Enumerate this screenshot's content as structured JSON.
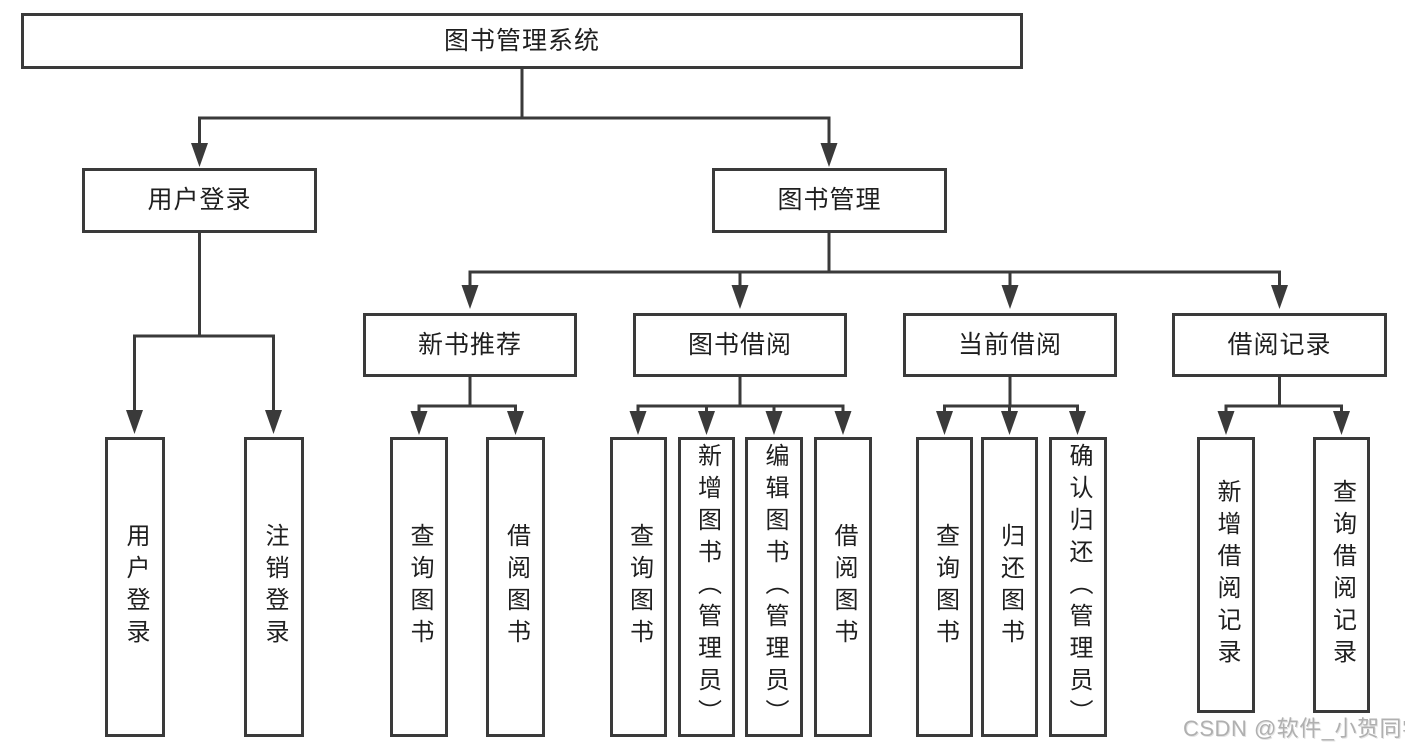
{
  "diagram": {
    "root": {
      "label": "图书管理系统",
      "children": [
        {
          "label": "用户登录",
          "children": [
            {
              "label": "用户登录"
            },
            {
              "label": "注销登录"
            }
          ]
        },
        {
          "label": "图书管理",
          "children": [
            {
              "label": "新书推荐",
              "children": [
                {
                  "label": "查询图书"
                },
                {
                  "label": "借阅图书"
                }
              ]
            },
            {
              "label": "图书借阅",
              "children": [
                {
                  "label": "查询图书"
                },
                {
                  "label": "新增图书（管理员）"
                },
                {
                  "label": "编辑图书（管理员）"
                },
                {
                  "label": "借阅图书"
                }
              ]
            },
            {
              "label": "当前借阅",
              "children": [
                {
                  "label": "查询图书"
                },
                {
                  "label": "归还图书"
                },
                {
                  "label": "确认归还（管理员）"
                }
              ]
            },
            {
              "label": "借阅记录",
              "children": [
                {
                  "label": "新增借阅记录"
                },
                {
                  "label": "查询借阅记录"
                }
              ]
            }
          ]
        }
      ]
    }
  },
  "watermark": {
    "text": "CSDN @软件_小贺同学"
  },
  "colors": {
    "line": "#3a3a3a",
    "text": "#1f1f1f",
    "watermark": "#b0b0b0",
    "background": "#ffffff"
  }
}
